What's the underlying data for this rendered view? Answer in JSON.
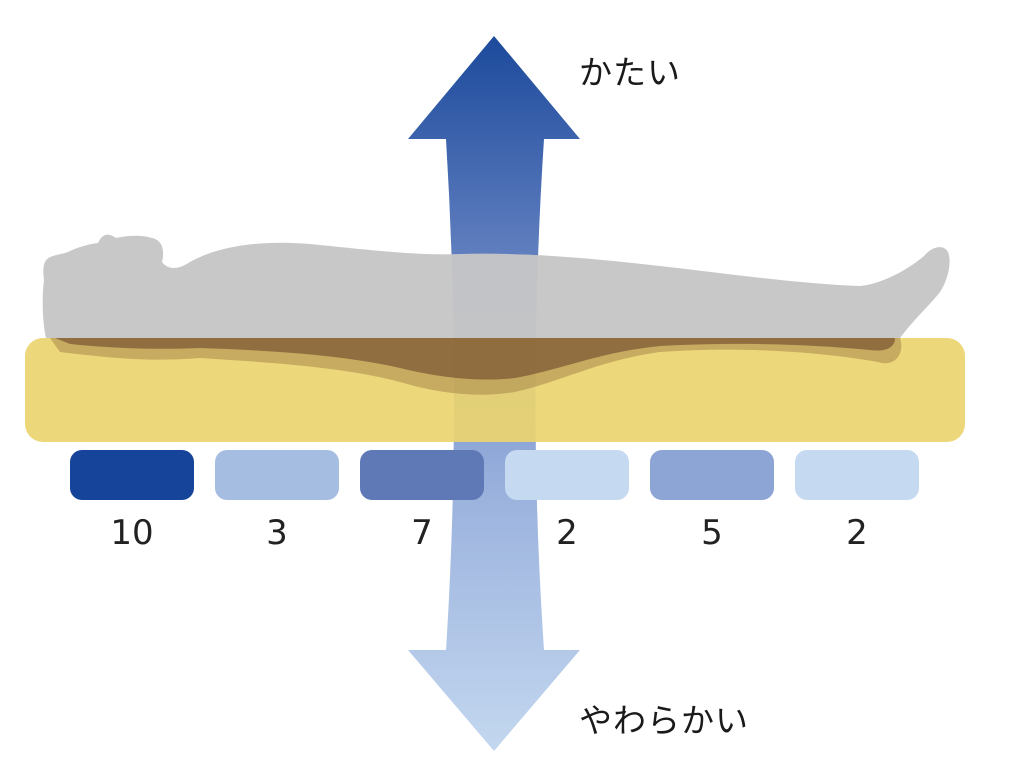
{
  "labels": {
    "top": "かたい",
    "bottom": "やわらかい"
  },
  "zones": [
    {
      "value": "10",
      "color": "#16449a"
    },
    {
      "value": "3",
      "color": "#a6bde2"
    },
    {
      "value": "7",
      "color": "#5f78b6"
    },
    {
      "value": "2",
      "color": "#c5d9f0"
    },
    {
      "value": "5",
      "color": "#8da5d5"
    },
    {
      "value": "2",
      "color": "#c5d9f0"
    }
  ],
  "colors": {
    "arrow_top": "#1c4a9c",
    "arrow_bottom": "#c3d7ef",
    "mattress": "#ead46f",
    "body": "#c6c6c6",
    "sink_shadow": "#8a6a3e",
    "number_text": "#222222"
  }
}
